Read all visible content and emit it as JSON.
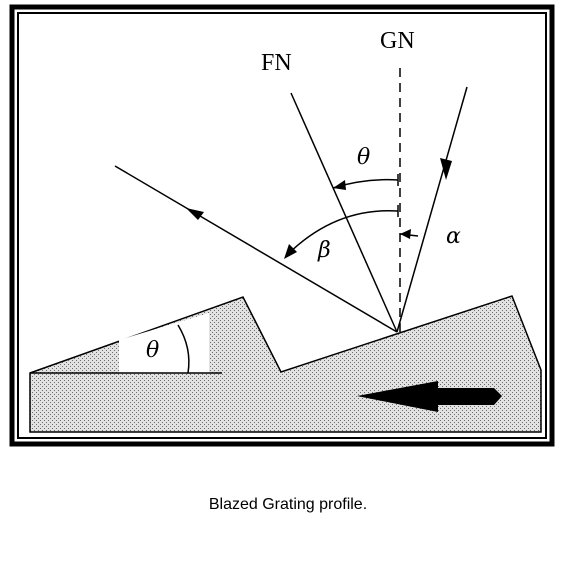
{
  "labels": {
    "fn": "FN",
    "gn": "GN",
    "theta_top": "θ",
    "beta": "β",
    "alpha": "α",
    "theta_facet": "θ"
  },
  "caption": "Blazed Grating profile."
}
